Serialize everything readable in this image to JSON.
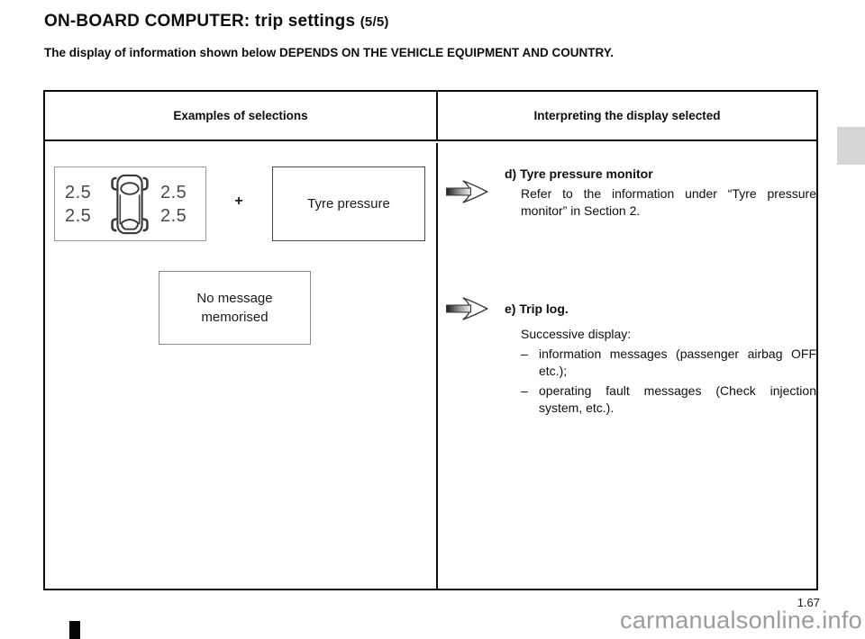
{
  "page": {
    "title": "ON-BOARD COMPUTER: trip settings",
    "title_suffix": "(5/5)",
    "subtitle": "The display of information shown below DEPENDS ON THE VEHICLE EQUIPMENT AND COUNTRY.",
    "page_number": "1.67",
    "watermark": "carmanualsonline.info"
  },
  "table": {
    "col1_header": "Examples of selections",
    "col2_header": "Interpreting the display selected"
  },
  "examples": {
    "tyre_display": {
      "front_left": "2.5",
      "front_right": "2.5",
      "rear_left": "2.5",
      "rear_right": "2.5",
      "car_icon": "car-top-view-icon"
    },
    "plus_sign": "+",
    "tyre_pressure_label": "Tyre pressure",
    "no_message_line1": "No message",
    "no_message_line2": "memorised"
  },
  "interpretations": {
    "d": {
      "heading": "d) Tyre pressure monitor",
      "body": "Refer to the information under “Tyre pressure monitor” in Section 2.",
      "arrow_icon": "continuation-arrow-icon"
    },
    "e": {
      "heading": "e) Trip log.",
      "intro": "Successive display:",
      "bullets": [
        {
          "dash": "–",
          "text": "information messages (passenger airbag OFF etc.);"
        },
        {
          "dash": "–",
          "text": "operating fault messages (Check injection system, etc.)."
        }
      ],
      "arrow_icon": "continuation-arrow-icon"
    }
  },
  "colors": {
    "table_border": "#0d0d0d",
    "display_box_border": "#9a9a9a",
    "display_text": "#4a4a4a",
    "watermark_gray": "#9c9c9c",
    "section_tab_gray": "#d5d5d5"
  }
}
